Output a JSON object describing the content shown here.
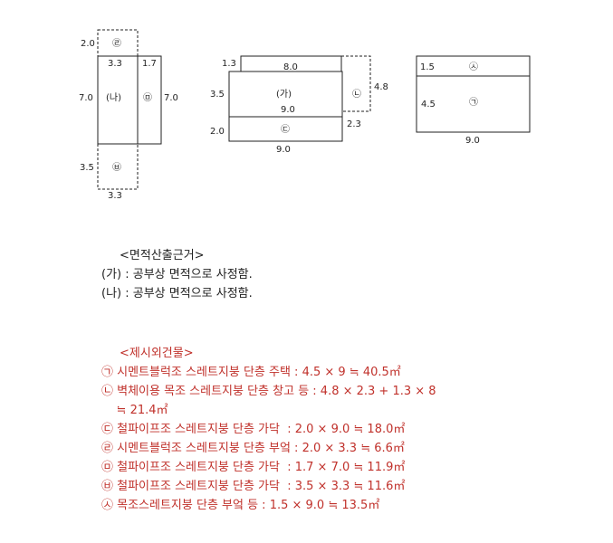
{
  "diagram": {
    "left": {
      "top_dim": "2.0",
      "top_circle": "㉣",
      "top_width": "3.3",
      "right_width": "1.7",
      "left_height": "7.0",
      "main_label": "(나)",
      "right_circle": "㉤",
      "right_height": "7.0",
      "bottom_dim": "3.5",
      "bottom_circle": "㉥",
      "bottom_width": "3.3"
    },
    "middle": {
      "top_dim": "1.3",
      "top_width": "8.0",
      "left_height": "3.5",
      "main_label": "(가)",
      "main_width": "9.0",
      "right_circle": "㉡",
      "right_height": "4.8",
      "right_width": "2.3",
      "bottom_dim": "2.0",
      "bottom_circle": "㉢",
      "bottom_width": "9.0"
    },
    "right": {
      "top_dim": "1.5",
      "top_circle": "㉦",
      "main_height": "4.5",
      "main_circle": "㉠",
      "bottom_width": "9.0"
    }
  },
  "notes": {
    "heading": "<면적산출근거>",
    "lines": [
      "(가) : 공부상 면적으로 사정함.",
      "(나) : 공부상 면적으로 사정함."
    ]
  },
  "excluded": {
    "heading": "<제시외건물>",
    "items": [
      "㉠ 시멘트블럭조 스레트지붕 단층 주택 : 4.5 × 9 ≒ 40.5㎡",
      "㉡ 벽체이용 목조 스레트지붕 단층 창고 등 : 4.8 × 2.3 + 1.3 × 8",
      "    ≒ 21.4㎡",
      "㉢ 철파이프조 스레트지붕 단층 가닥  : 2.0 × 9.0 ≒ 18.0㎡",
      "㉣ 시멘트블럭조 스레트지붕 단층 부엌 : 2.0 × 3.3 ≒ 6.6㎡",
      "㉤ 철파이프조 스레트지붕 단층 가닥  : 1.7 × 7.0 ≒ 11.9㎡",
      "㉥ 철파이프조 스레트지붕 단층 가닥  : 3.5 × 3.3 ≒ 11.6㎡",
      "㉦ 목조스레트지붕 단층 부엌 등 : 1.5 × 9.0 ≒ 13.5㎡"
    ]
  }
}
